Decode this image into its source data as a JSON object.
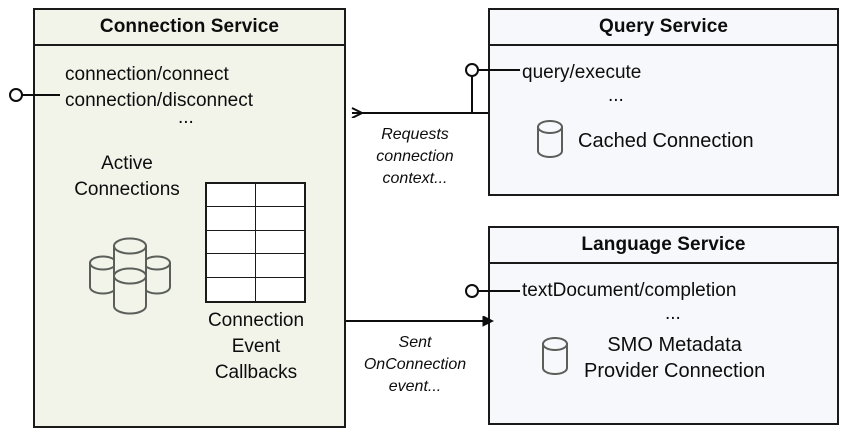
{
  "diagram": {
    "type": "uml-component-diagram",
    "background": "#ffffff",
    "colors": {
      "connection_fill": "#f2f4ea",
      "service_fill": "#f7f8fb",
      "stroke": "#1a1a1a",
      "cylinder_stroke": "#5a5f5a"
    }
  },
  "connection_service": {
    "title": "Connection Service",
    "operations": [
      "connection/connect",
      "connection/disconnect"
    ],
    "operations_more": "...",
    "active_connections_label": "Active\nConnections",
    "active_connections_label_line1": "Active",
    "active_connections_label_line2": "Connections",
    "callbacks_label_line1": "Connection",
    "callbacks_label_line2": "Event",
    "callbacks_label_line3": "Callbacks",
    "table": {
      "rows": 5,
      "columns": 2
    },
    "cylinder_count": 4
  },
  "query_service": {
    "title": "Query Service",
    "operation": "query/execute",
    "operations_more": "...",
    "resource_label": "Cached Connection",
    "cylinder_count": 1
  },
  "language_service": {
    "title": "Language Service",
    "operation": "textDocument/completion",
    "operations_more": "...",
    "resource_label_line1": "SMO Metadata",
    "resource_label_line2": "Provider Connection",
    "cylinder_count": 1
  },
  "edges": [
    {
      "id": "requests-connection-context",
      "from": "query_service",
      "to": "connection_service",
      "line1": "Requests",
      "line2": "connection",
      "line3": "context...",
      "direction": "left"
    },
    {
      "id": "sent-onconnection-event",
      "from": "connection_service",
      "to": "language_service",
      "line1": "Sent",
      "line2": "OnConnection",
      "line3": "event...",
      "direction": "right"
    }
  ],
  "interfaces": [
    {
      "id": "connection-service-interface",
      "owner": "connection_service"
    },
    {
      "id": "query-service-interface",
      "owner": "query_service"
    },
    {
      "id": "language-service-interface",
      "owner": "language_service"
    }
  ]
}
